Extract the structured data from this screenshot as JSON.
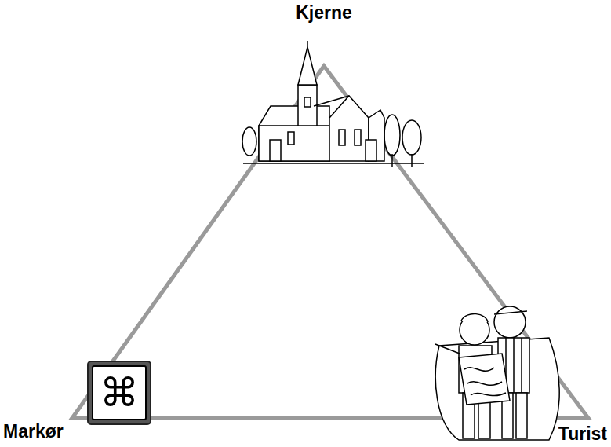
{
  "diagram": {
    "labels": [
      "Kjerne",
      "⌘",
      "Markør",
      "Turist"
    ]
  }
}
